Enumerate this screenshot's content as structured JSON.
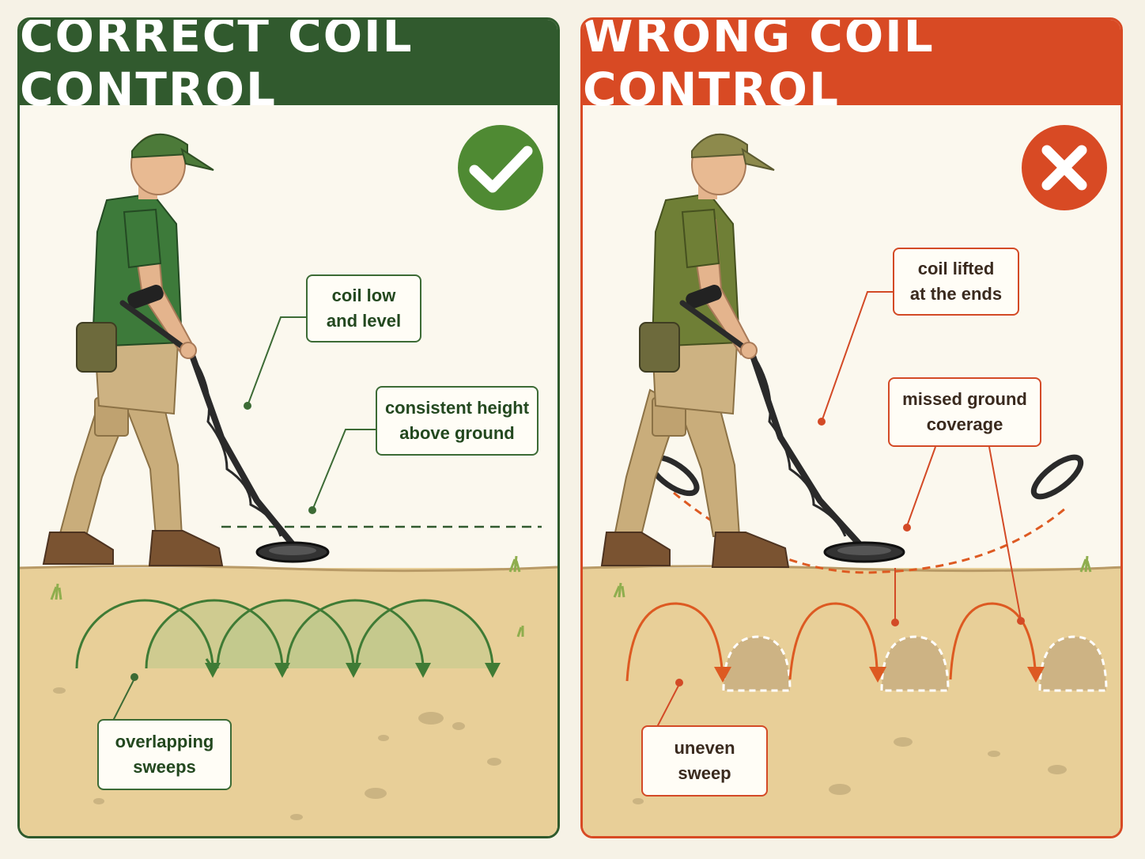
{
  "correct": {
    "title": "CORRECT COIL CONTROL",
    "status_icon": "check-icon",
    "accent": "#315a2e",
    "callouts": {
      "coil_low": "coil low\nand level",
      "height": "consistent height\nabove ground",
      "overlap": "overlapping\nsweeps"
    }
  },
  "wrong": {
    "title": "WRONG COIL CONTROL",
    "status_icon": "x-icon",
    "accent": "#d84a24",
    "callouts": {
      "lifted": "coil lifted\nat the ends",
      "missed": "missed ground\ncoverage",
      "uneven": "uneven\nsweep"
    }
  }
}
